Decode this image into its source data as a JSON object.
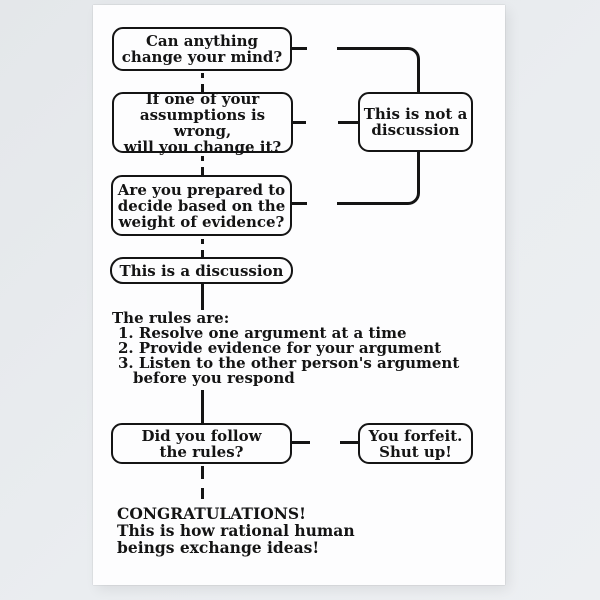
{
  "colors": {
    "background": "#e8ebee",
    "poster": "#fdfdfe",
    "ink": "#141414"
  },
  "flowchart": {
    "question1": "Can anything\nchange your mind?",
    "question2": "If one of your\nassumptions is wrong,\nwill you change it?",
    "question3": "Are you prepared to\ndecide based on the\nweight of evidence?",
    "not_discussion": "This is not a\ndiscussion",
    "is_discussion": "This is a discussion",
    "rules": {
      "title": "The rules are:",
      "items": [
        "1. Resolve one argument at a time",
        "2. Provide evidence for your argument",
        "3. Listen to the other person's argument"
      ],
      "item3_continuation": "before you respond"
    },
    "question4": "Did you follow\nthe rules?",
    "forfeit": "You forfeit.\nShut up!",
    "congratulations": "CONGRATULATIONS!\nThis is how rational human\nbeings exchange ideas!"
  }
}
